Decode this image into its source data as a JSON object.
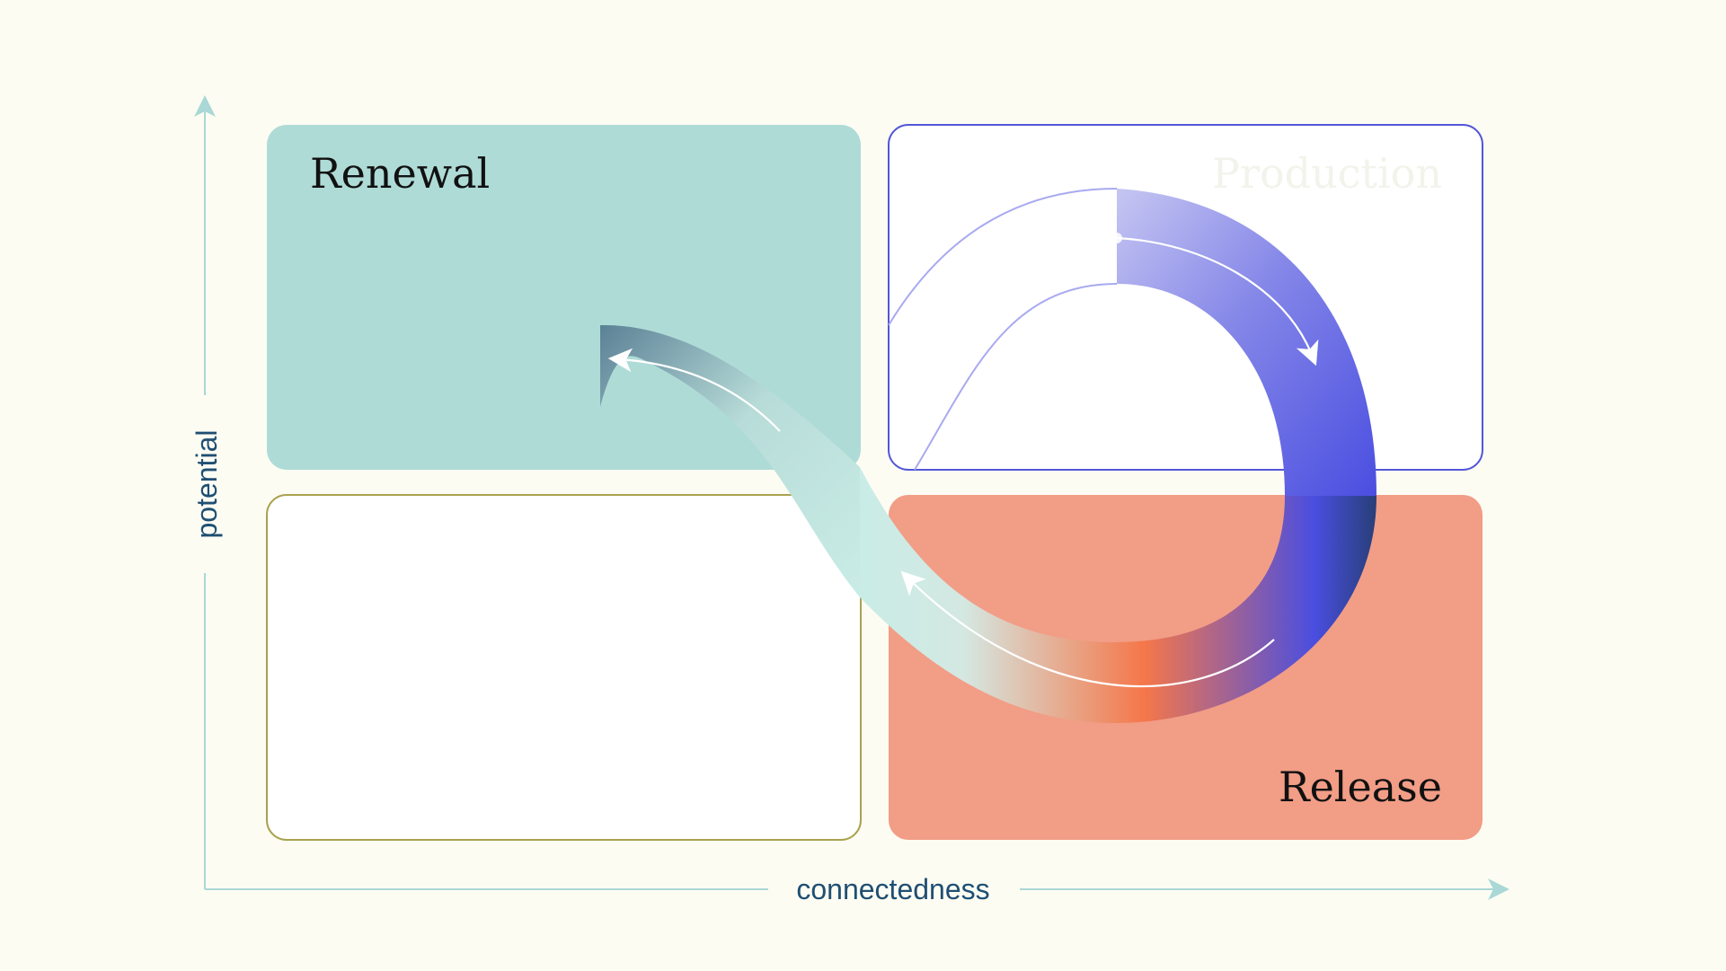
{
  "quadrants": {
    "renewal": {
      "label": "Renewal"
    },
    "production": {
      "label": "Production"
    },
    "release": {
      "label": "Release"
    },
    "empty": {
      "label": ""
    }
  },
  "axes": {
    "x_label": "connectedness",
    "y_label": "potential"
  },
  "colors": {
    "background": "#fdfcf3",
    "renewal_fill": "#afdbd7",
    "production_stroke": "#5356d8",
    "release_fill": "#f29d86",
    "empty_stroke": "#a9a24f",
    "axis_line": "#a9d8d6",
    "axis_text": "#1f4f73",
    "loop_blue": "#4a4ee0",
    "loop_orange": "#f5774a",
    "loop_mint": "#c9ece6",
    "loop_slate": "#5b8196"
  }
}
